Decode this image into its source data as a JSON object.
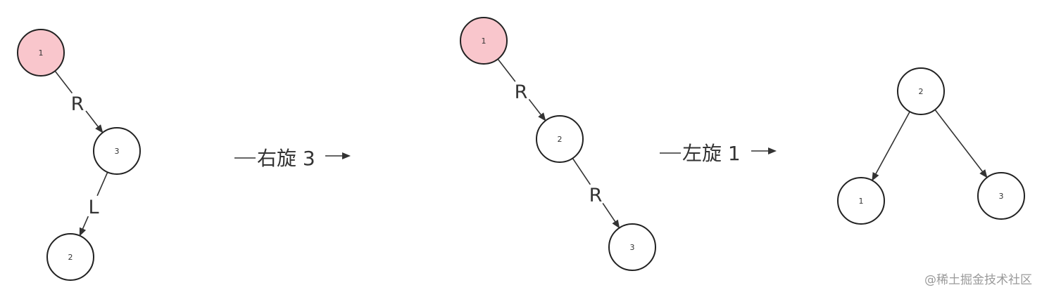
{
  "colors": {
    "highlight_fill": "#f9c6cc",
    "node_fill": "#ffffff",
    "stroke": "#222222",
    "text": "#333333",
    "watermark": "#9a9a9a"
  },
  "trees": [
    {
      "nodes": [
        {
          "id": "1",
          "label": "1",
          "highlight": true
        },
        {
          "id": "3",
          "label": "3",
          "highlight": false
        },
        {
          "id": "2",
          "label": "2",
          "highlight": false
        }
      ],
      "edges": [
        {
          "from": "1",
          "to": "3",
          "label": "R"
        },
        {
          "from": "3",
          "to": "2",
          "label": "L"
        }
      ]
    },
    {
      "nodes": [
        {
          "id": "1",
          "label": "1",
          "highlight": true
        },
        {
          "id": "2",
          "label": "2",
          "highlight": false
        },
        {
          "id": "3",
          "label": "3",
          "highlight": false
        }
      ],
      "edges": [
        {
          "from": "1",
          "to": "2",
          "label": "R"
        },
        {
          "from": "2",
          "to": "3",
          "label": "R"
        }
      ]
    },
    {
      "nodes": [
        {
          "id": "2",
          "label": "2",
          "highlight": false
        },
        {
          "id": "1",
          "label": "1",
          "highlight": false
        },
        {
          "id": "3",
          "label": "3",
          "highlight": false
        }
      ],
      "edges": [
        {
          "from": "2",
          "to": "1",
          "label": ""
        },
        {
          "from": "2",
          "to": "3",
          "label": ""
        }
      ]
    }
  ],
  "operations": [
    {
      "text": "右旋 3"
    },
    {
      "text": "左旋 1"
    }
  ],
  "watermark": "@稀土掘金技术社区"
}
